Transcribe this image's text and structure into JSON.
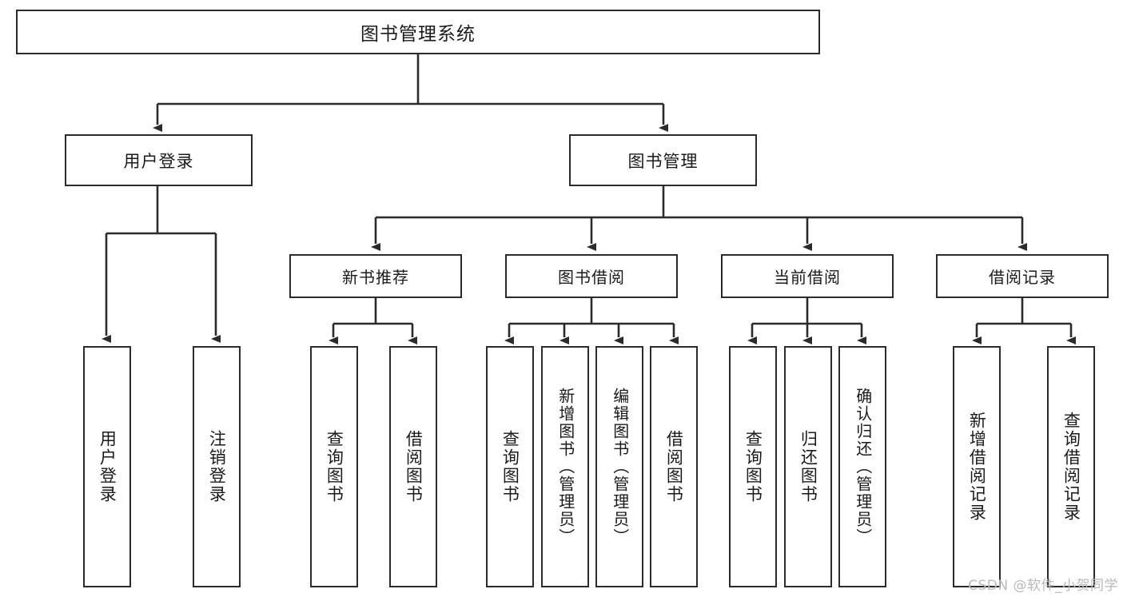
{
  "diagram": {
    "type": "tree",
    "title": "图书管理系统",
    "root": {
      "label": "图书管理系统"
    },
    "level2": [
      {
        "label": "用户登录"
      },
      {
        "label": "图书管理"
      }
    ],
    "level3": [
      {
        "label": "新书推荐"
      },
      {
        "label": "图书借阅"
      },
      {
        "label": "当前借阅"
      },
      {
        "label": "借阅记录"
      }
    ],
    "leaves": {
      "user_login": [
        {
          "label": "用户登录"
        },
        {
          "label": "注销登录"
        }
      ],
      "new_book_recommend": [
        {
          "label": "查询图书"
        },
        {
          "label": "借阅图书"
        }
      ],
      "book_borrow": [
        {
          "label": "查询图书"
        },
        {
          "label": "新增图书（管理员）"
        },
        {
          "label": "编辑图书（管理员）"
        },
        {
          "label": "借阅图书"
        }
      ],
      "current_borrow": [
        {
          "label": "查询图书"
        },
        {
          "label": "归还图书"
        },
        {
          "label": "确认归还（管理员）"
        }
      ],
      "borrow_record": [
        {
          "label": "新增借阅记录"
        },
        {
          "label": "查询借阅记录"
        }
      ]
    },
    "colors": {
      "stroke": "#2b2b2b",
      "fill": "#ffffff",
      "text": "#1a1a1a",
      "watermark": "#b9b9b9"
    }
  },
  "watermark": {
    "text": "CSDN @软件_小贺同学"
  }
}
